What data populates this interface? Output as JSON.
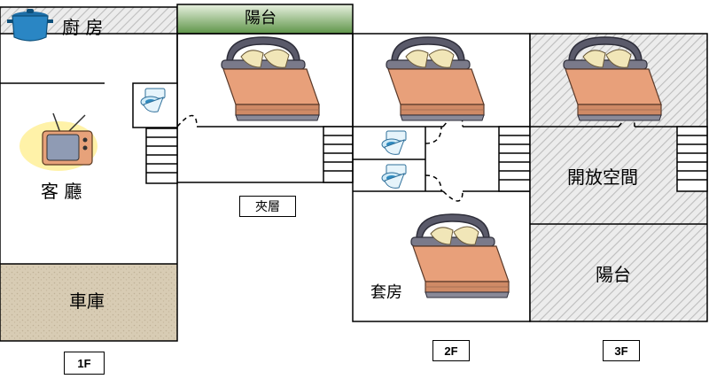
{
  "rooms": {
    "kitchen": "廚 房",
    "living": "客 廳",
    "garage": "車庫",
    "balcony_top": "陽台",
    "mezzanine": "夾層",
    "suite": "套房",
    "open_space": "開放空間",
    "balcony_3f": "陽台"
  },
  "floors": {
    "f1": "1F",
    "f2": "2F",
    "f3": "3F"
  },
  "colors": {
    "balcony_top": "#5e9448",
    "garage": "#d8ccb4",
    "hatch_bg": "#ececec",
    "hatch_line": "#bdbdbd",
    "bed_frame": "#5a5a6a",
    "bed_cover": "#e8a07a",
    "pillow": "#f1e6b8"
  },
  "icons": [
    "pot-icon",
    "tv-icon",
    "toilet-icon",
    "bed-icon",
    "stairs-icon"
  ]
}
